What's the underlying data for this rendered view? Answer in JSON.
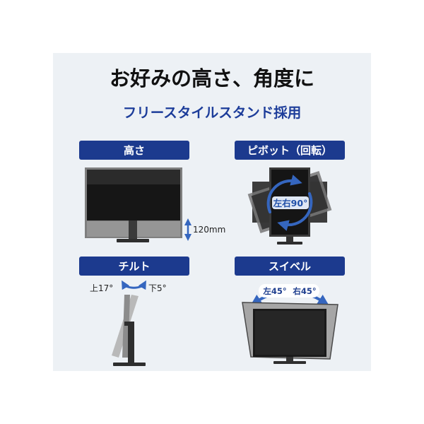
{
  "title": "お好みの高さ、角度に",
  "subtitle": "フリースタイルスタンド採用",
  "colors": {
    "panel_bg": "#edf1f5",
    "label_bg": "#1c3a8e",
    "subtitle_text": "#1d3d9a",
    "arrow": "#3566bf"
  },
  "sections": {
    "height": {
      "label": "高さ",
      "range": "120mm"
    },
    "pivot": {
      "label": "ピボット（回転）",
      "range": "左右90°"
    },
    "tilt": {
      "label": "チルト",
      "up": "上17°",
      "down": "下5°"
    },
    "swivel": {
      "label": "スイベル",
      "left": "左45°",
      "right": "右45°"
    }
  }
}
